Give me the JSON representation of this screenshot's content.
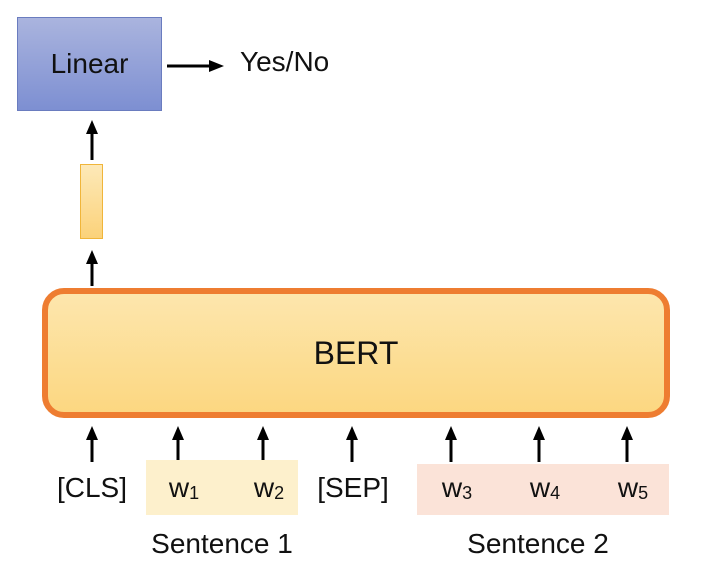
{
  "linear": {
    "label": "Linear"
  },
  "output": {
    "label": "Yes/No"
  },
  "bert": {
    "label": "BERT"
  },
  "tokens": {
    "cls": "[CLS]",
    "w1": {
      "base": "w",
      "sub": "1"
    },
    "w2": {
      "base": "w",
      "sub": "2"
    },
    "sep": "[SEP]",
    "w3": {
      "base": "w",
      "sub": "3"
    },
    "w4": {
      "base": "w",
      "sub": "4"
    },
    "w5": {
      "base": "w",
      "sub": "5"
    }
  },
  "sentences": {
    "s1": "Sentence 1",
    "s2": "Sentence 2"
  },
  "colors": {
    "linear_fill": "#8fa0d8",
    "bert_fill": "#fdd98a",
    "bert_border": "#ee7d31",
    "sentence1_bg": "#fdf0cc",
    "sentence2_bg": "#fbe3d8"
  }
}
